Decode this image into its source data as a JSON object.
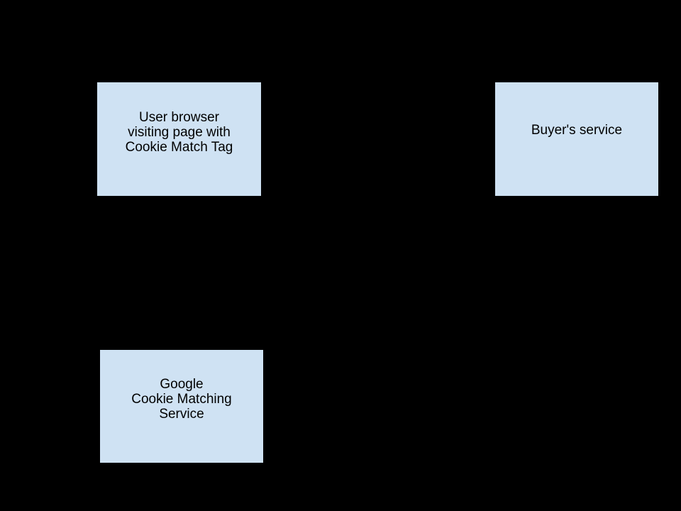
{
  "canvas": {
    "background_color": "#000000"
  },
  "diagram": {
    "node_fill_color": "#cfe2f3",
    "node_border_color": "#000000",
    "text_color": "#000000",
    "nodes": [
      {
        "id": "user-browser",
        "lines": [
          "User browser",
          "visiting page with",
          "Cookie Match Tag"
        ]
      },
      {
        "id": "buyers-service",
        "lines": [
          "Buyer's service"
        ]
      },
      {
        "id": "google-cookie-matching-service",
        "lines": [
          "Google",
          "Cookie Matching",
          "Service"
        ]
      }
    ]
  }
}
